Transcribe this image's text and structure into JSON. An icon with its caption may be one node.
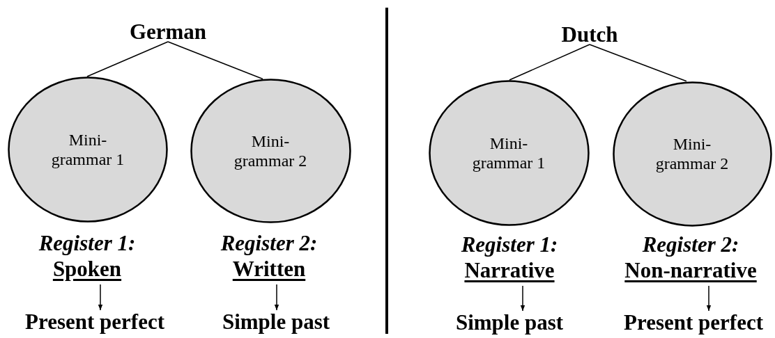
{
  "diagram": {
    "nodes": [
      {
        "text": [
          "German"
        ]
      },
      {
        "text": [
          "Mini- grammar 1"
        ]
      },
      {
        "text": [
          "Mini- grammar 2"
        ]
      },
      {
        "text": [
          "Register 1:",
          "Spoken"
        ]
      },
      {
        "text": [
          "Present perfect"
        ]
      },
      {
        "text": [
          "Register 2:",
          "Written"
        ]
      },
      {
        "text": [
          "Simple past"
        ]
      },
      {
        "text": [
          "Dutch"
        ]
      },
      {
        "text": [
          "Mini- grammar 1"
        ]
      },
      {
        "text": [
          "Mini- grammar 2"
        ]
      },
      {
        "text": [
          "Register 1:",
          "Narrative"
        ]
      },
      {
        "text": [
          "Simple past"
        ]
      },
      {
        "text": [
          "Register 2:",
          "Non-narrative"
        ]
      },
      {
        "text": [
          "Present perfect"
        ]
      }
    ],
    "edges": [
      {
        "from": 0,
        "to": 1,
        "arrow": "none"
      },
      {
        "from": 0,
        "to": 2,
        "arrow": "none"
      },
      {
        "from": 3,
        "to": 4,
        "arrow": "to"
      },
      {
        "from": 5,
        "to": 6,
        "arrow": "to"
      },
      {
        "from": 7,
        "to": 8,
        "arrow": "none"
      },
      {
        "from": 7,
        "to": 9,
        "arrow": "none"
      },
      {
        "from": 10,
        "to": 11,
        "arrow": "to"
      },
      {
        "from": 12,
        "to": 13,
        "arrow": "to"
      }
    ]
  }
}
